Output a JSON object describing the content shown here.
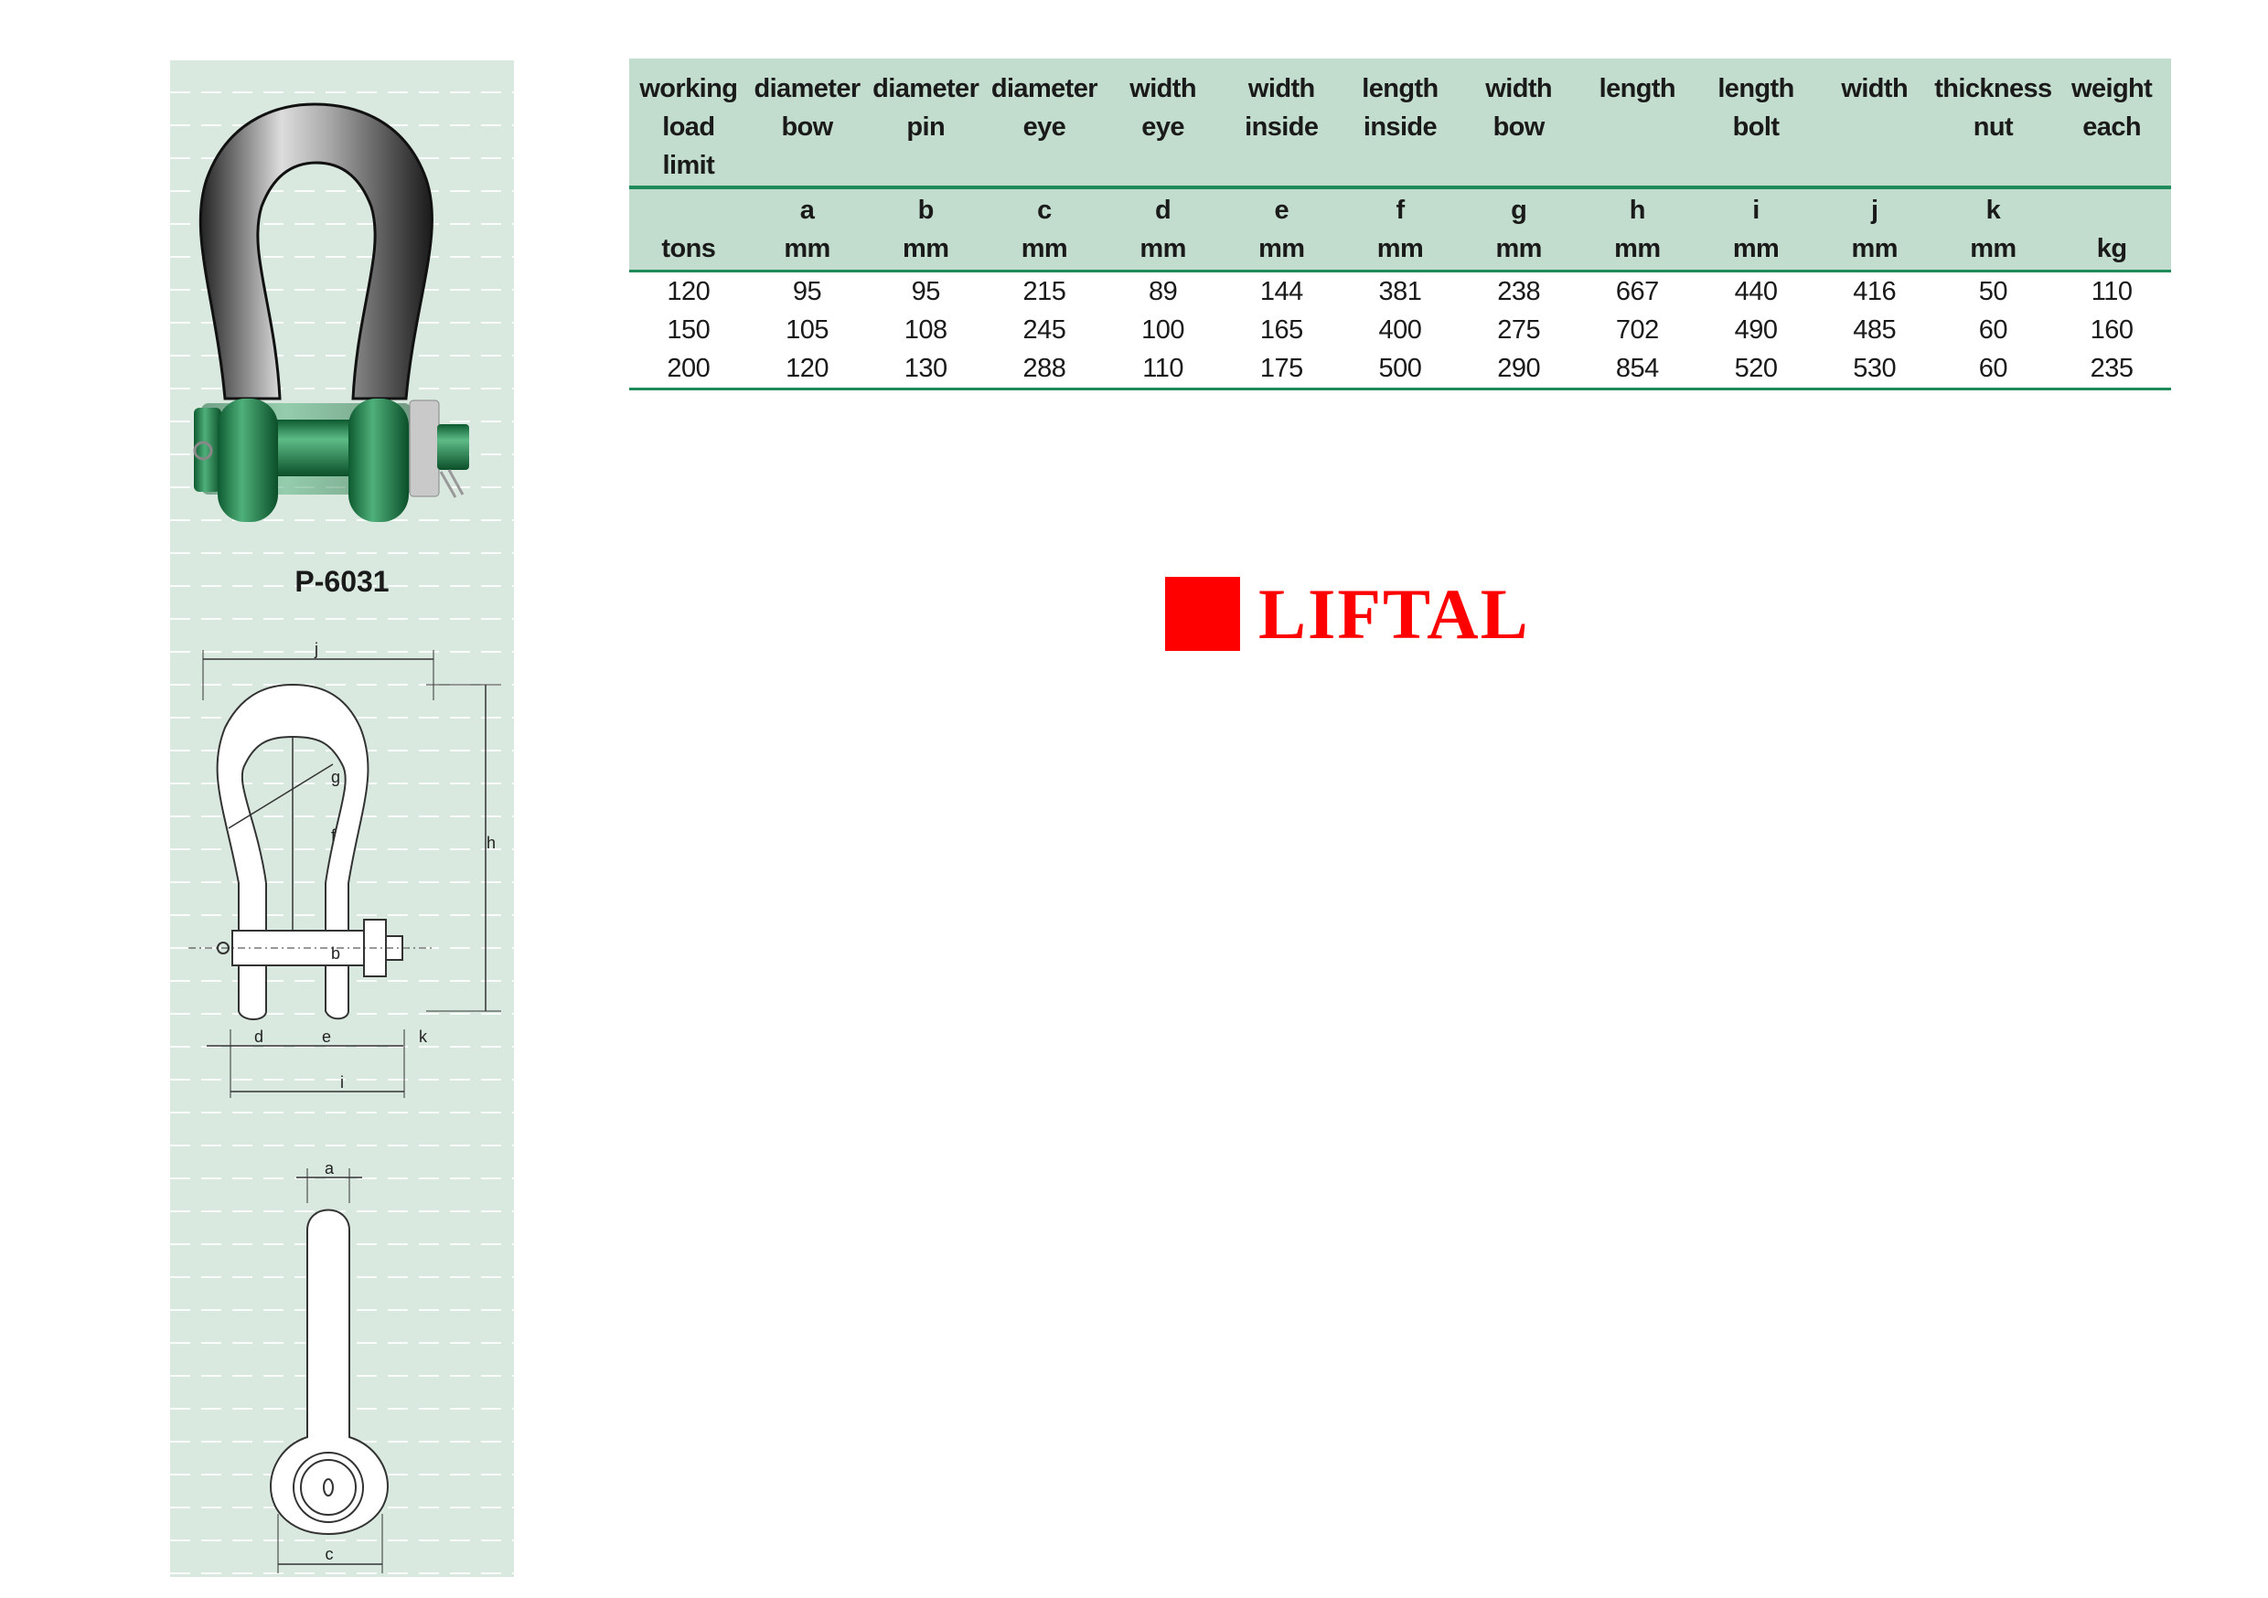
{
  "product": {
    "model": "P-6031"
  },
  "table": {
    "headers": [
      {
        "label": [
          "working",
          "load",
          "limit"
        ],
        "symbol": "",
        "unit": "tons"
      },
      {
        "label": [
          "diameter",
          "bow"
        ],
        "symbol": "a",
        "unit": "mm"
      },
      {
        "label": [
          "diameter",
          "pin"
        ],
        "symbol": "b",
        "unit": "mm"
      },
      {
        "label": [
          "diameter",
          "eye"
        ],
        "symbol": "c",
        "unit": "mm"
      },
      {
        "label": [
          "width",
          "eye"
        ],
        "symbol": "d",
        "unit": "mm"
      },
      {
        "label": [
          "width",
          "inside"
        ],
        "symbol": "e",
        "unit": "mm"
      },
      {
        "label": [
          "length",
          "inside"
        ],
        "symbol": "f",
        "unit": "mm"
      },
      {
        "label": [
          "width",
          "bow"
        ],
        "symbol": "g",
        "unit": "mm"
      },
      {
        "label": [
          "length",
          ""
        ],
        "symbol": "h",
        "unit": "mm"
      },
      {
        "label": [
          "length",
          "bolt"
        ],
        "symbol": "i",
        "unit": "mm"
      },
      {
        "label": [
          "width",
          ""
        ],
        "symbol": "j",
        "unit": "mm"
      },
      {
        "label": [
          "thickness",
          "nut"
        ],
        "symbol": "k",
        "unit": "mm"
      },
      {
        "label": [
          "weight",
          "each"
        ],
        "symbol": "",
        "unit": "kg"
      }
    ],
    "rows": [
      [
        "120",
        "95",
        "95",
        "215",
        "89",
        "144",
        "381",
        "238",
        "667",
        "440",
        "416",
        "50",
        "110"
      ],
      [
        "150",
        "105",
        "108",
        "245",
        "100",
        "165",
        "400",
        "275",
        "702",
        "490",
        "485",
        "60",
        "160"
      ],
      [
        "200",
        "120",
        "130",
        "288",
        "110",
        "175",
        "500",
        "290",
        "854",
        "520",
        "530",
        "60",
        "235"
      ]
    ]
  },
  "diagram": {
    "labels": {
      "a": "a",
      "b": "b",
      "c": "c",
      "d": "d",
      "e": "e",
      "f": "f",
      "g": "g",
      "h": "h",
      "i": "i",
      "j": "j",
      "k": "k"
    }
  },
  "logo": {
    "text": "LIFTAL",
    "color": "#ff0000"
  },
  "colors": {
    "panel": "#d9e9df",
    "header": "#c2dccd",
    "rule": "#1f8a5a",
    "pin": "#1a7a45"
  }
}
